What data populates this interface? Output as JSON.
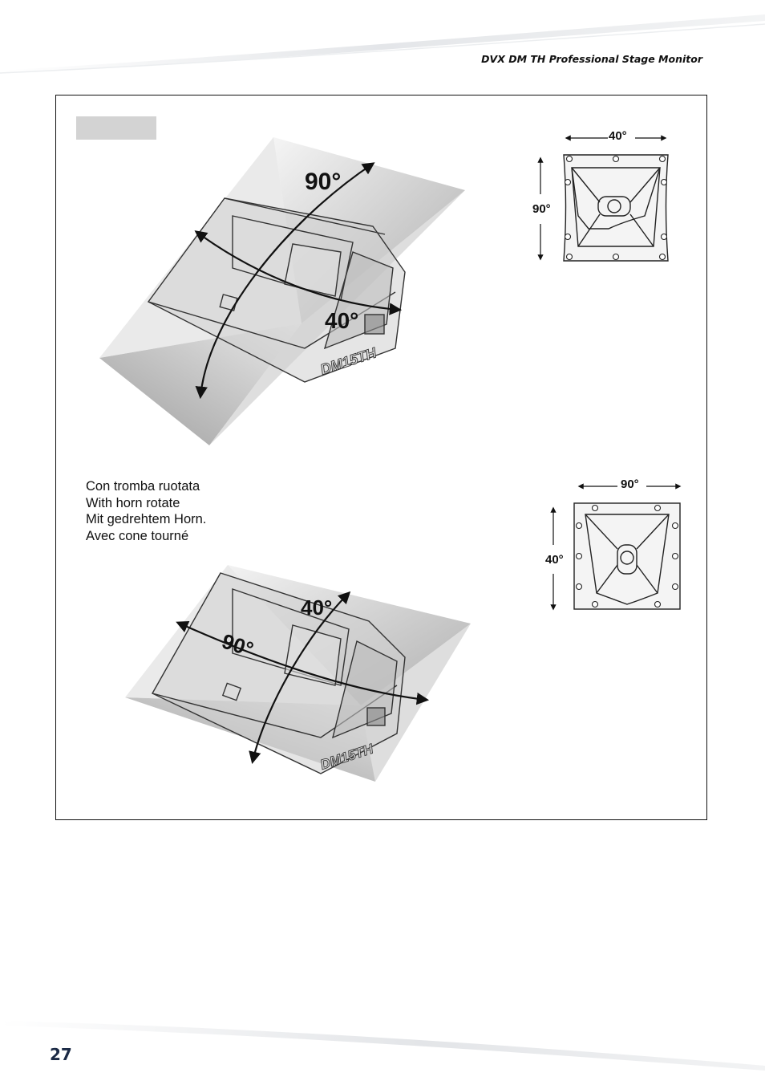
{
  "header": {
    "title": "DVX DM TH Professional Stage Monitor"
  },
  "page": {
    "number": "27"
  },
  "figure": {
    "top_diagram": {
      "vertical_angle": "90°",
      "horizontal_angle": "40°",
      "model_label": "DM15TH"
    },
    "top_horn_view": {
      "width_label": "40°",
      "height_label": "90°"
    },
    "caption": {
      "lines": [
        "Con tromba ruotata",
        "With horn rotate",
        "Mit gedrehtem Horn.",
        "Avec cone tourné"
      ]
    },
    "bottom_diagram": {
      "vertical_angle": "40°",
      "horizontal_angle": "90°",
      "model_label": "DM15TH"
    },
    "bottom_horn_view": {
      "width_label": "90°",
      "height_label": "40°"
    }
  }
}
